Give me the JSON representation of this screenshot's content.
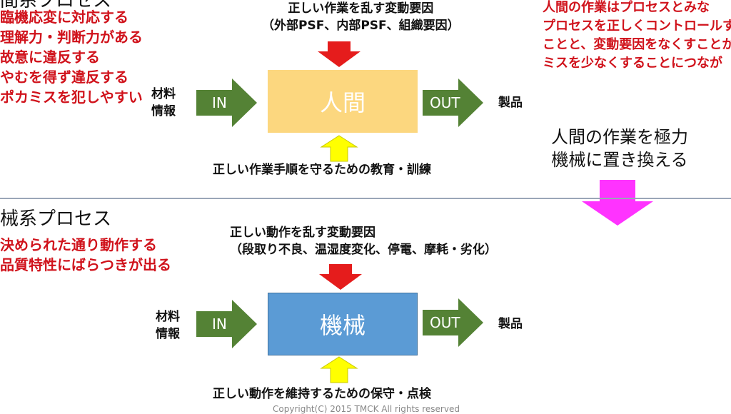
{
  "human": {
    "title": "間系プロセス",
    "points": [
      "臨機応変に対応する",
      "理解力・判断力がある",
      "故意に違反する",
      "やむを得ず違反する",
      "ポカミスを犯しやすい"
    ],
    "disturbance": [
      "正しい作業を乱す変動要因",
      "（外部PSF、内部PSF、組織要因）"
    ],
    "input": [
      "材料",
      "情報"
    ],
    "in_label": "IN",
    "box": "人間",
    "out_label": "OUT",
    "output": "製品",
    "support": "正しい作業手順を守るための教育・訓練"
  },
  "note": [
    "人間の作業はプロセスとみな",
    "プロセスを正しくコントロールす",
    "ことと、変動要因をなくすことか",
    "ミスを少なくすることにつなが"
  ],
  "transition": [
    "人間の作業を極力",
    "機械に置き換える"
  ],
  "machine": {
    "title": "械系プロセス",
    "points": [
      "決められた通り動作する",
      "品質特性にばらつきが出る"
    ],
    "disturbance": [
      "正しい動作を乱す変動要因",
      "（段取り不良、温湿度変化、停電、摩耗・劣化）"
    ],
    "input": [
      "材料",
      "情報"
    ],
    "in_label": "IN",
    "box": "機械",
    "out_label": "OUT",
    "output": "製品",
    "support": "正しい動作を維持するための保守・点検"
  },
  "copyright": "Copyright(C) 2015 TMCK All rights reserved",
  "colors": {
    "human_box": "#fcd77f",
    "machine_box": "#5b9bd5",
    "arrow_green": "#548235",
    "arrow_red": "#e51c1c",
    "arrow_yellow": "#ffff00",
    "arrow_magenta": "#ff33ff",
    "note_red": "#d0121b"
  }
}
